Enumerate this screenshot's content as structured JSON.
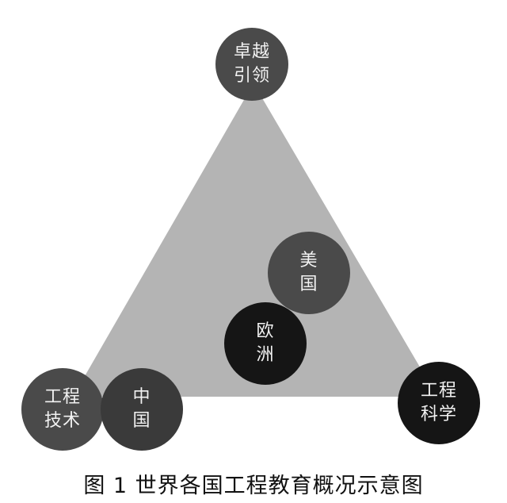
{
  "figure": {
    "caption": "图 1  世界各国工程教育概况示意图",
    "colors": {
      "background": "#ffffff",
      "triangle": "#b4b4b4",
      "circle_mid": "#4a4a4a",
      "circle_dark": "#151515",
      "text_on_circle": "#f2f2f2"
    },
    "vertices": {
      "top": {
        "line1": "卓越",
        "line2": "引领"
      },
      "bottom_left": {
        "line1": "工程",
        "line2": "技术"
      },
      "bottom_right": {
        "line1": "工程",
        "line2": "科学"
      }
    },
    "countries": {
      "usa": {
        "line1": "美",
        "line2": "国"
      },
      "europe": {
        "line1": "欧",
        "line2": "洲"
      },
      "china": {
        "line1": "中",
        "line2": "国"
      }
    }
  }
}
